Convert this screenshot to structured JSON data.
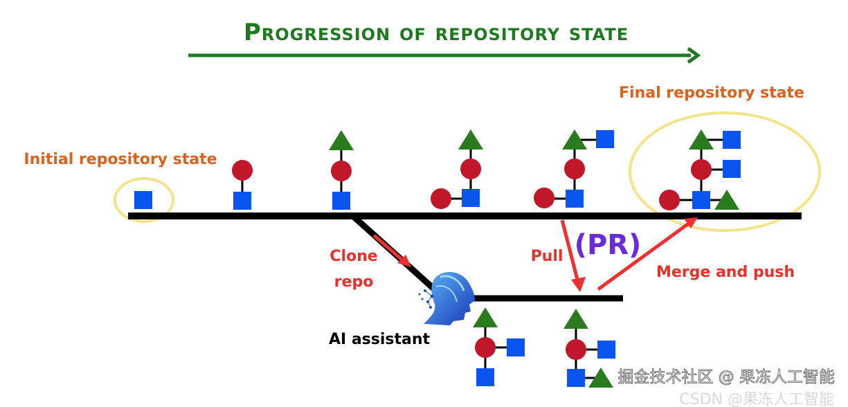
{
  "title": "Progression of repository state",
  "labels": {
    "initial": "Initial repository state",
    "final": "Final repository state",
    "clone_1": "Clone",
    "clone_2": "repo",
    "pull": "Pull",
    "pr": "(PR)",
    "merge": "Merge and push",
    "assistant": "AI assistant"
  },
  "watermark": {
    "primary": "掘金技术社区 @ 果冻人工智能",
    "secondary": "CSDN @果冻人工智能"
  },
  "colors": {
    "title": "#1e7a1e",
    "orange_label": "#d9631e",
    "red_label": "#e8312a",
    "pr": "#6a2bd9",
    "triangle": "#2a7a1e",
    "circle": "#c0182a",
    "square": "#0a55f0",
    "highlight": "#f3e38a"
  },
  "icons": [
    "ai-head-icon"
  ]
}
